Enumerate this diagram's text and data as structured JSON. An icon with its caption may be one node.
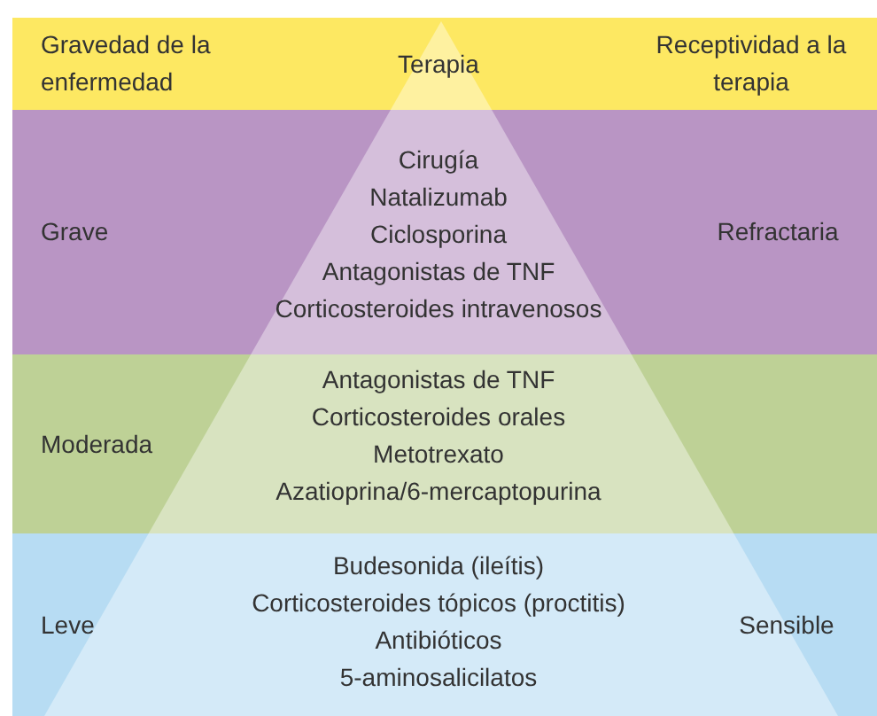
{
  "diagram": {
    "nodes": [
      {
        "text": [
          "Gravedad de la enfermedad",
          "Terapia",
          "Receptividad a la terapia"
        ]
      },
      {
        "text": [
          "Grave",
          "Cirugía",
          "Natalizumab",
          "Ciclosporina",
          "Antagonistas de TNF",
          "Corticosteroides intravenosos",
          "Refractaria"
        ]
      },
      {
        "text": [
          "Moderada",
          "Antagonistas de TNF",
          "Corticosteroides orales",
          "Metotrexato",
          "Azatioprina/6-mercaptopurina"
        ]
      },
      {
        "text": [
          "Leve",
          "Budesonida (ileítis)",
          "Corticosteroides tópicos (proctitis)",
          "Antibióticos",
          "5-aminosalicilatos",
          "Sensible"
        ]
      },
      {
        "text": [],
        "shape": "triangle"
      }
    ]
  }
}
